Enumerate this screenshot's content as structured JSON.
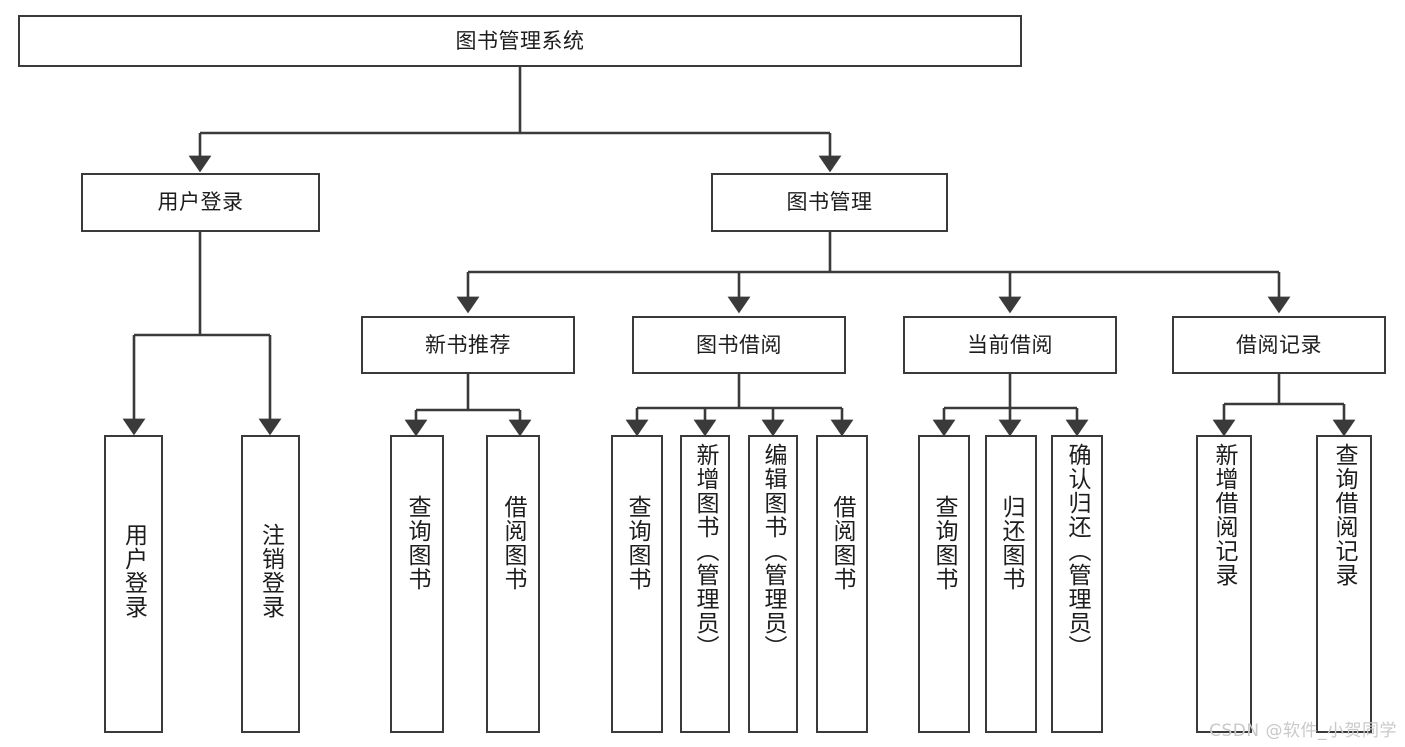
{
  "diagram": {
    "title": "图书管理系统",
    "type": "tree",
    "root": {
      "label": "图书管理系统"
    },
    "level2": [
      {
        "label": "用户登录"
      },
      {
        "label": "图书管理"
      }
    ],
    "level3": [
      {
        "label": "新书推荐"
      },
      {
        "label": "图书借阅"
      },
      {
        "label": "当前借阅"
      },
      {
        "label": "借阅记录"
      }
    ],
    "leaves": {
      "user_login": [
        {
          "label": "用户登录"
        },
        {
          "label": "注销登录"
        }
      ],
      "new_book_recommend": [
        {
          "label": "查询图书"
        },
        {
          "label": "借阅图书"
        }
      ],
      "book_borrow": [
        {
          "label": "查询图书"
        },
        {
          "label": "新增图书（管理员）"
        },
        {
          "label": "编辑图书（管理员）"
        },
        {
          "label": "借阅图书"
        }
      ],
      "current_borrow": [
        {
          "label": "查询图书"
        },
        {
          "label": "归还图书"
        },
        {
          "label": "确认归还（管理员）"
        }
      ],
      "borrow_record": [
        {
          "label": "新增借阅记录"
        },
        {
          "label": "查询借阅记录"
        }
      ]
    }
  },
  "watermark": {
    "text": "CSDN @软件_小贺同学"
  },
  "colors": {
    "background": "#ffffff",
    "box_border": "#3a3a3a",
    "text": "#1d1d1d",
    "connector": "#3a3a3a",
    "watermark": "#c9c9c9"
  }
}
